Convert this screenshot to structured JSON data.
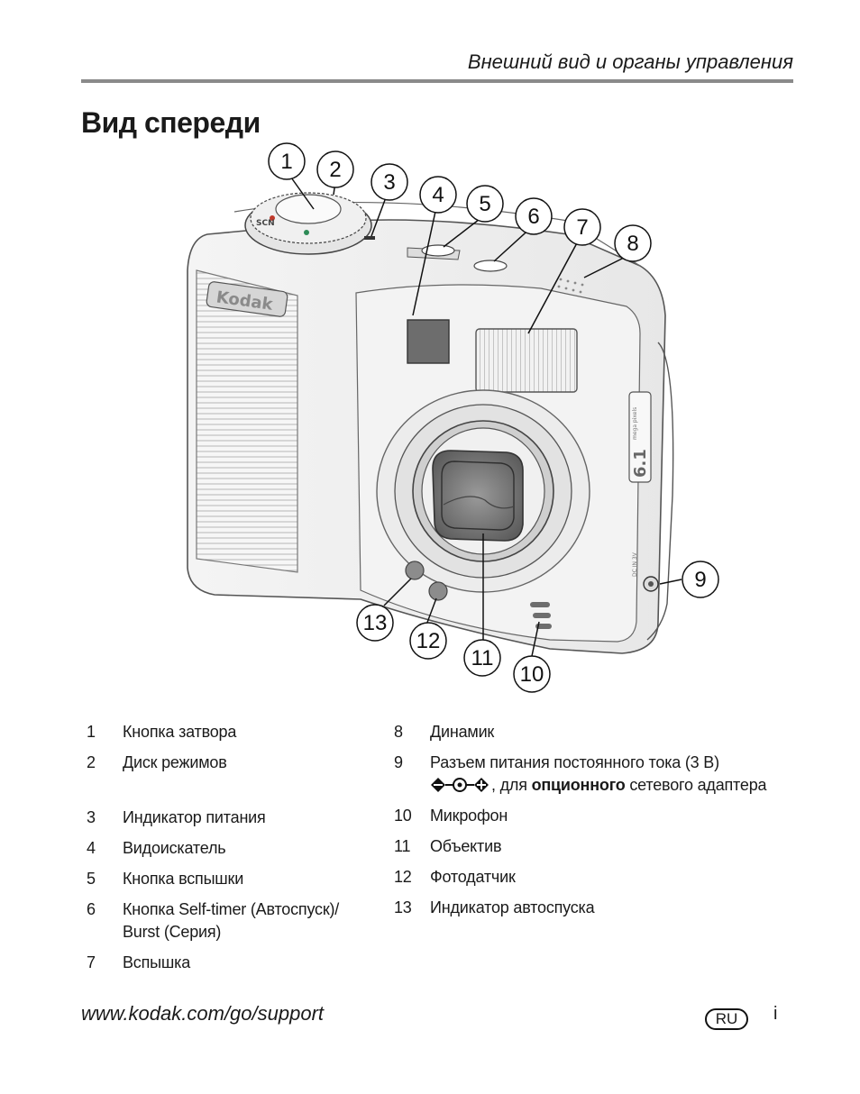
{
  "header": {
    "section_title": "Внешний вид и органы управления"
  },
  "page": {
    "title": "Вид спереди"
  },
  "illustration": {
    "brand_label": "Kodak",
    "megapixel_value": "6.1",
    "megapixel_unit": "mega pixels",
    "dc_in_label": "DC IN 3V",
    "mode_dial_label": "SCN",
    "callouts": [
      "1",
      "2",
      "3",
      "4",
      "5",
      "6",
      "7",
      "8",
      "9",
      "10",
      "11",
      "12",
      "13"
    ]
  },
  "legend": {
    "left": [
      {
        "num": "1",
        "text": "Кнопка затвора"
      },
      {
        "num": "2",
        "text": "Диск режимов"
      },
      {
        "num": "3",
        "text": "Индикатор питания"
      },
      {
        "num": "4",
        "text": "Видоискатель"
      },
      {
        "num": "5",
        "text": "Кнопка вспышки"
      },
      {
        "num": "6",
        "text": "Кнопка Self-timer (Автоспуск)/",
        "text2": "Burst (Серия)"
      },
      {
        "num": "7",
        "text": "Вспышка"
      }
    ],
    "right": [
      {
        "num": "8",
        "text": "Динамик"
      },
      {
        "num": "9",
        "text": "Разъем питания постоянного тока (3 В)",
        "text2_pre": ", для ",
        "text2_bold": "опционного",
        "text2_post": " сетевого адаптера"
      },
      {
        "num": "10",
        "text": "Микрофон"
      },
      {
        "num": "11",
        "text": "Объектив"
      },
      {
        "num": "12",
        "text": "Фотодатчик"
      },
      {
        "num": "13",
        "text": "Индикатор автоспуска"
      }
    ]
  },
  "footer": {
    "url": "www.kodak.com/go/support",
    "language_badge": "RU",
    "page_number": "i"
  }
}
